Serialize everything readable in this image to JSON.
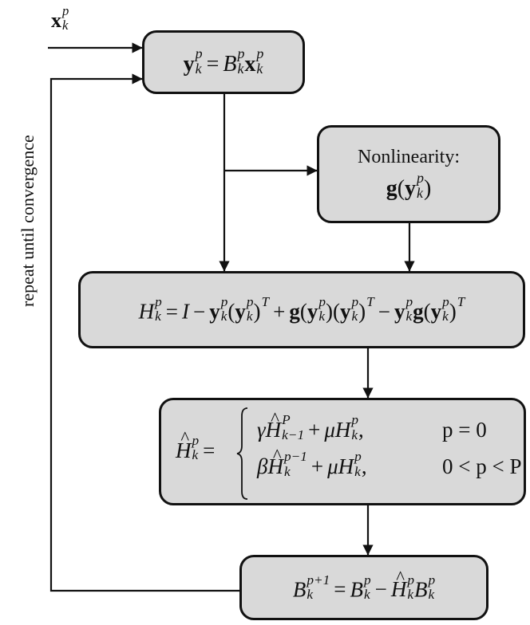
{
  "diagram": {
    "input_label": "x_k^p",
    "loop_label": "repeat until convergence",
    "nodes": [
      {
        "id": "projection",
        "text": "y_k^p = B_k^p x_k^p"
      },
      {
        "id": "nonlinearity",
        "title": "Nonlinearity:",
        "text": "g(y_k^p)"
      },
      {
        "id": "h-update",
        "text": "H_k^p = I − y_k^p (y_k^p)^T + g(y_k^p)(y_k^p)^T − y_k^p g(y_k^p)^T"
      },
      {
        "id": "h-hat",
        "text": "Ĥ_k^p = { γĤ_{k−1}^P + μH_k^p, p = 0 ; βĤ_k^{p−1} + μH_k^p, 0 < p < P }"
      },
      {
        "id": "b-update",
        "text": "B_k^{p+1} = B_k^p − Ĥ_k^p B_k^p"
      }
    ],
    "edges": [
      {
        "from": "input",
        "to": "projection"
      },
      {
        "from": "projection",
        "to": "nonlinearity"
      },
      {
        "from": "projection",
        "to": "h-update"
      },
      {
        "from": "nonlinearity",
        "to": "h-update"
      },
      {
        "from": "h-update",
        "to": "h-hat"
      },
      {
        "from": "h-hat",
        "to": "b-update"
      },
      {
        "from": "b-update",
        "to": "projection",
        "label": "repeat until convergence"
      }
    ],
    "text": {
      "nonlinearity_title": "Nonlinearity:",
      "eq": "=",
      "minus": "−",
      "plus": "+",
      "I": "I",
      "T": "T",
      "p": "p",
      "k": "k",
      "km1": "k−1",
      "Pcap": "P",
      "pm1": "p−1",
      "pp1": "p+1",
      "x": "x",
      "y": "y",
      "g": "g",
      "B": "B",
      "H": "H",
      "gamma": "γ",
      "beta": "β",
      "mu": "μ",
      "lp": "(",
      "rp": ")",
      "comma": ",",
      "cond1": "p = 0",
      "cond2": "0 < p < P"
    }
  }
}
